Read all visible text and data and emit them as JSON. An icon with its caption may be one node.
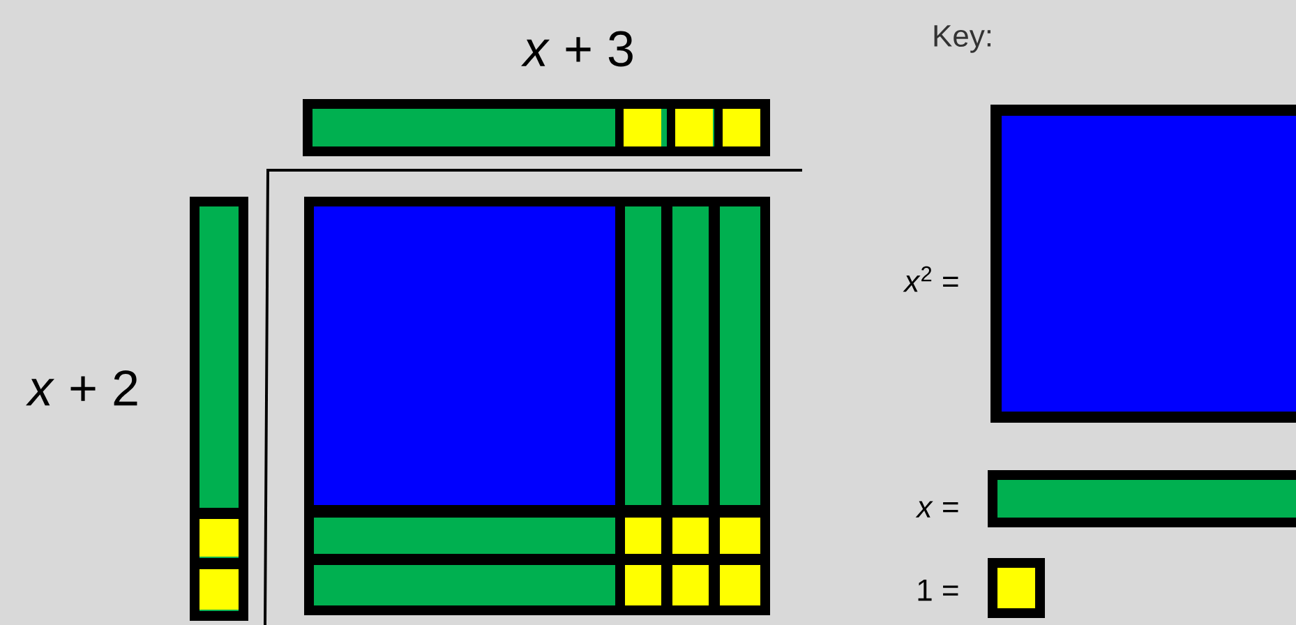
{
  "diagram": {
    "labels": [
      "*x* + 3",
      "*x* + 2",
      "Key:"
    ],
    "legend": [
      {
        "text": "*x*$^{2}$ =",
        "color": "#0000ff"
      },
      {
        "text": "*x* =",
        "color": "#00b050"
      },
      {
        "text": "1 =",
        "color": "#ffff00"
      }
    ]
  }
}
